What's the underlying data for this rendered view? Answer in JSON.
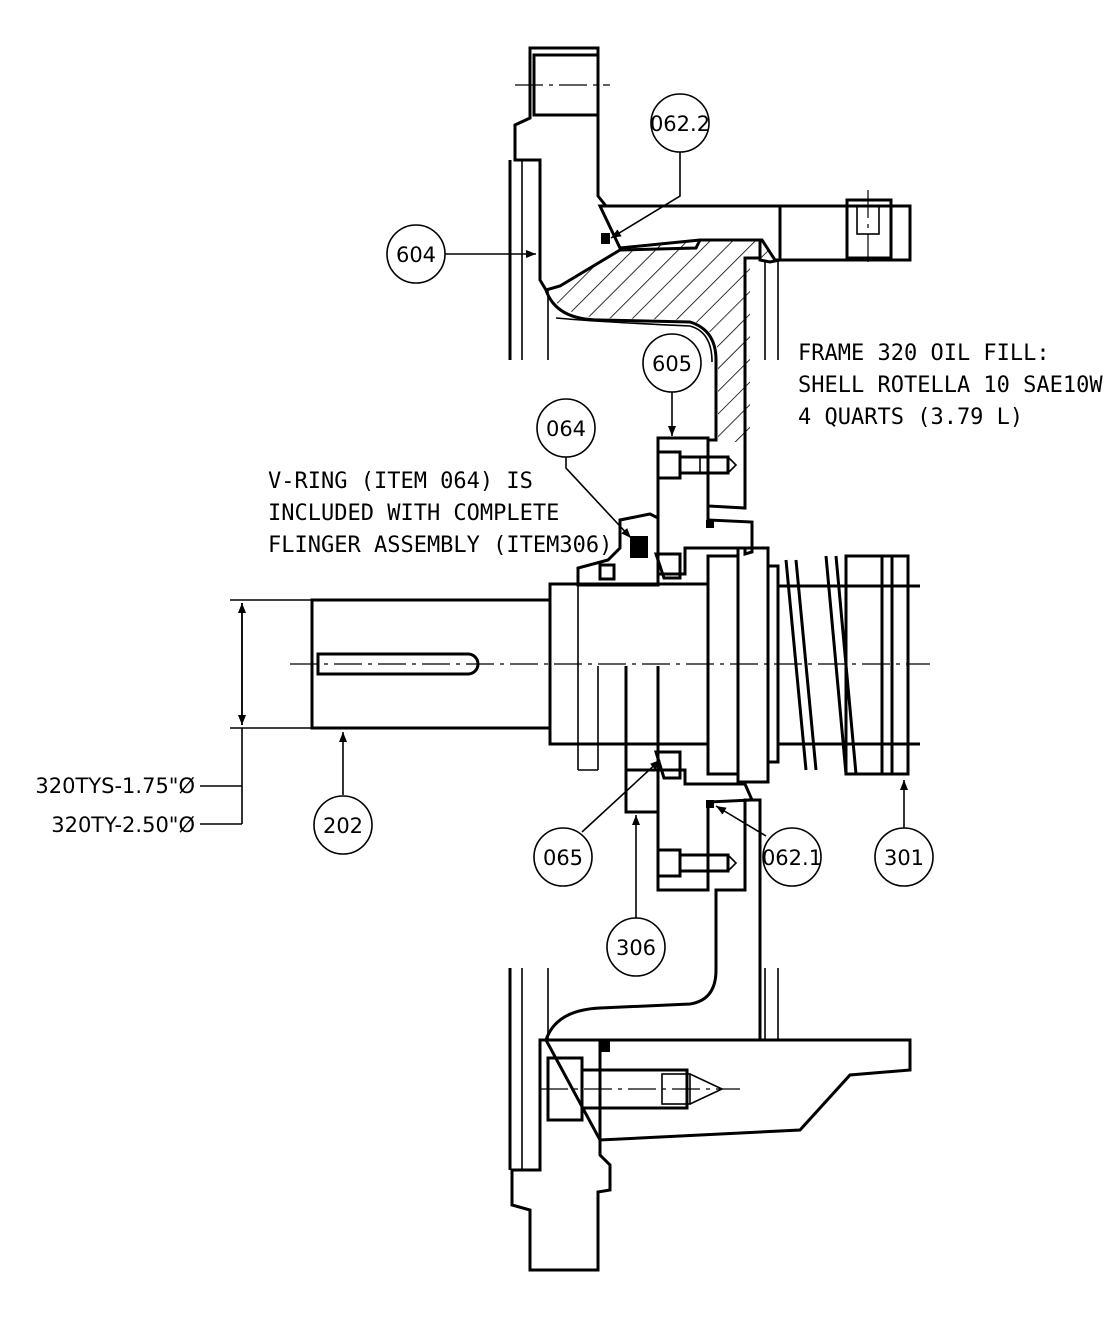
{
  "notes": {
    "oil_fill": [
      "FRAME 320 OIL FILL:",
      "SHELL ROTELLA 10 SAE10W",
      "4 QUARTS (3.79 L)"
    ],
    "v_ring": [
      "V-RING (ITEM 064) IS",
      "INCLUDED WITH COMPLETE",
      "FLINGER ASSEMBLY (ITEM306)"
    ]
  },
  "dimensions": {
    "shaft_tys": "320TYS-1.75\"Ø",
    "shaft_ty": "320TY-2.50\"Ø"
  },
  "balloons": {
    "b604": "604",
    "b0622": "062.2",
    "b605": "605",
    "b064": "064",
    "b202": "202",
    "b065": "065",
    "b306": "306",
    "b0621": "062.1",
    "b301": "301"
  }
}
